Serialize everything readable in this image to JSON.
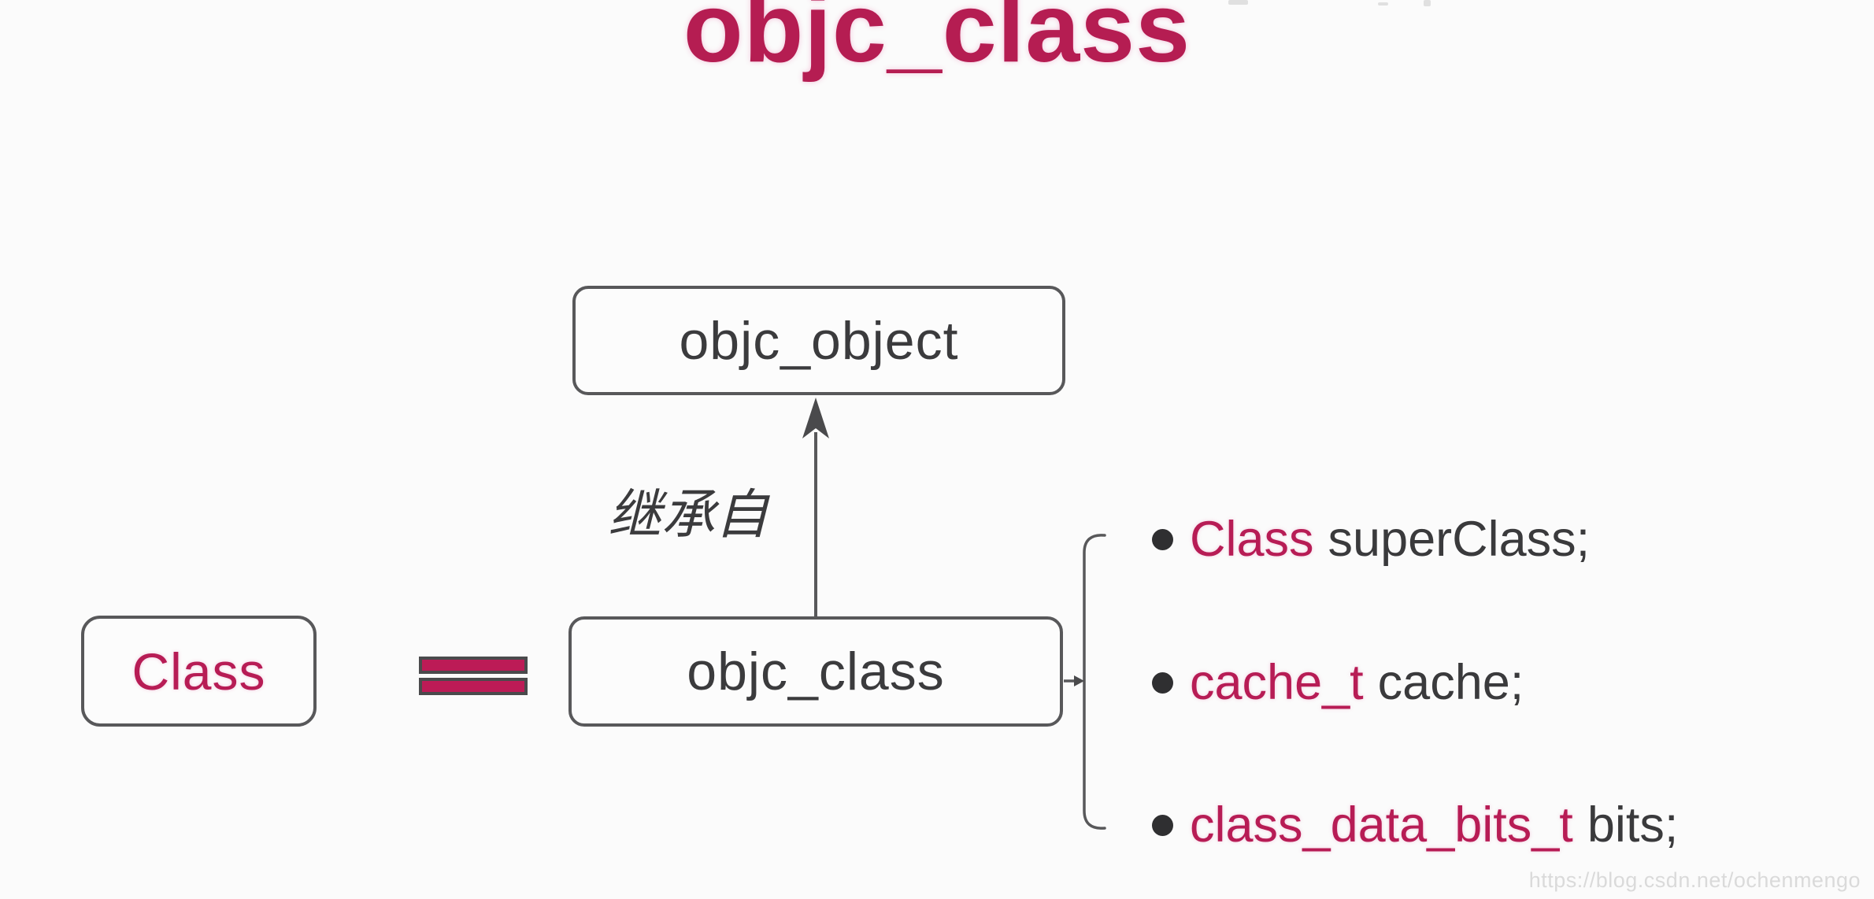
{
  "title": {
    "text": "objc_class"
  },
  "boxes": {
    "objc_object": {
      "label": "objc_object"
    },
    "objc_class": {
      "label": "objc_class"
    },
    "class_alias": {
      "label": "Class"
    }
  },
  "labels": {
    "inherits_from": "继承自"
  },
  "icons": {
    "equals": "double-bar-equals",
    "arrow": "up-arrow",
    "bracket": "right-opening-bracket",
    "bullet": "filled-dot"
  },
  "members": [
    {
      "type": "Class",
      "name": "superClass;"
    },
    {
      "type": "cache_t",
      "name": "cache;"
    },
    {
      "type": "class_data_bits_t",
      "name": "bits;"
    }
  ],
  "watermark": {
    "text": "https://blog.csdn.net/ochenmengo"
  },
  "colors": {
    "accent_crimson": "#b71c55",
    "title_crimson": "#b51d52",
    "text_dark": "#3a3a3c",
    "border_gray": "#58585a",
    "watermark_gray": "#dadada",
    "background": "#fbfbfb"
  }
}
